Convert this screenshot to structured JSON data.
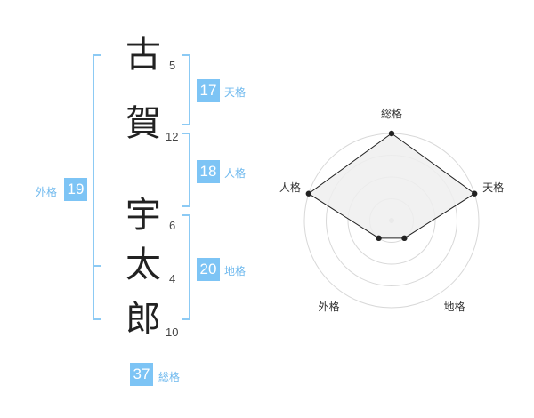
{
  "name": {
    "characters": [
      {
        "char": "古",
        "strokes": "5"
      },
      {
        "char": "賀",
        "strokes": "12"
      },
      {
        "char": "宇",
        "strokes": "6"
      },
      {
        "char": "太",
        "strokes": "4"
      },
      {
        "char": "郎",
        "strokes": "10"
      }
    ]
  },
  "fortunes": {
    "tenkaku": {
      "value": "17",
      "label": "天格"
    },
    "jinkaku": {
      "value": "18",
      "label": "人格"
    },
    "chikaku": {
      "value": "20",
      "label": "地格"
    },
    "gaikaku": {
      "value": "19",
      "label": "外格"
    },
    "soukaku": {
      "value": "37",
      "label": "総格"
    }
  },
  "radar": {
    "axes": [
      "総格",
      "天格",
      "地格",
      "外格",
      "人格"
    ],
    "levels": 4,
    "values": [
      4,
      4,
      1,
      1,
      4
    ],
    "max": 4,
    "fill_color": "#eeeeee",
    "line_color": "#222222",
    "grid_color": "#d8d8d8"
  },
  "colors": {
    "accent": "#7dc4f5",
    "accent_text": "#6fb9ee"
  }
}
